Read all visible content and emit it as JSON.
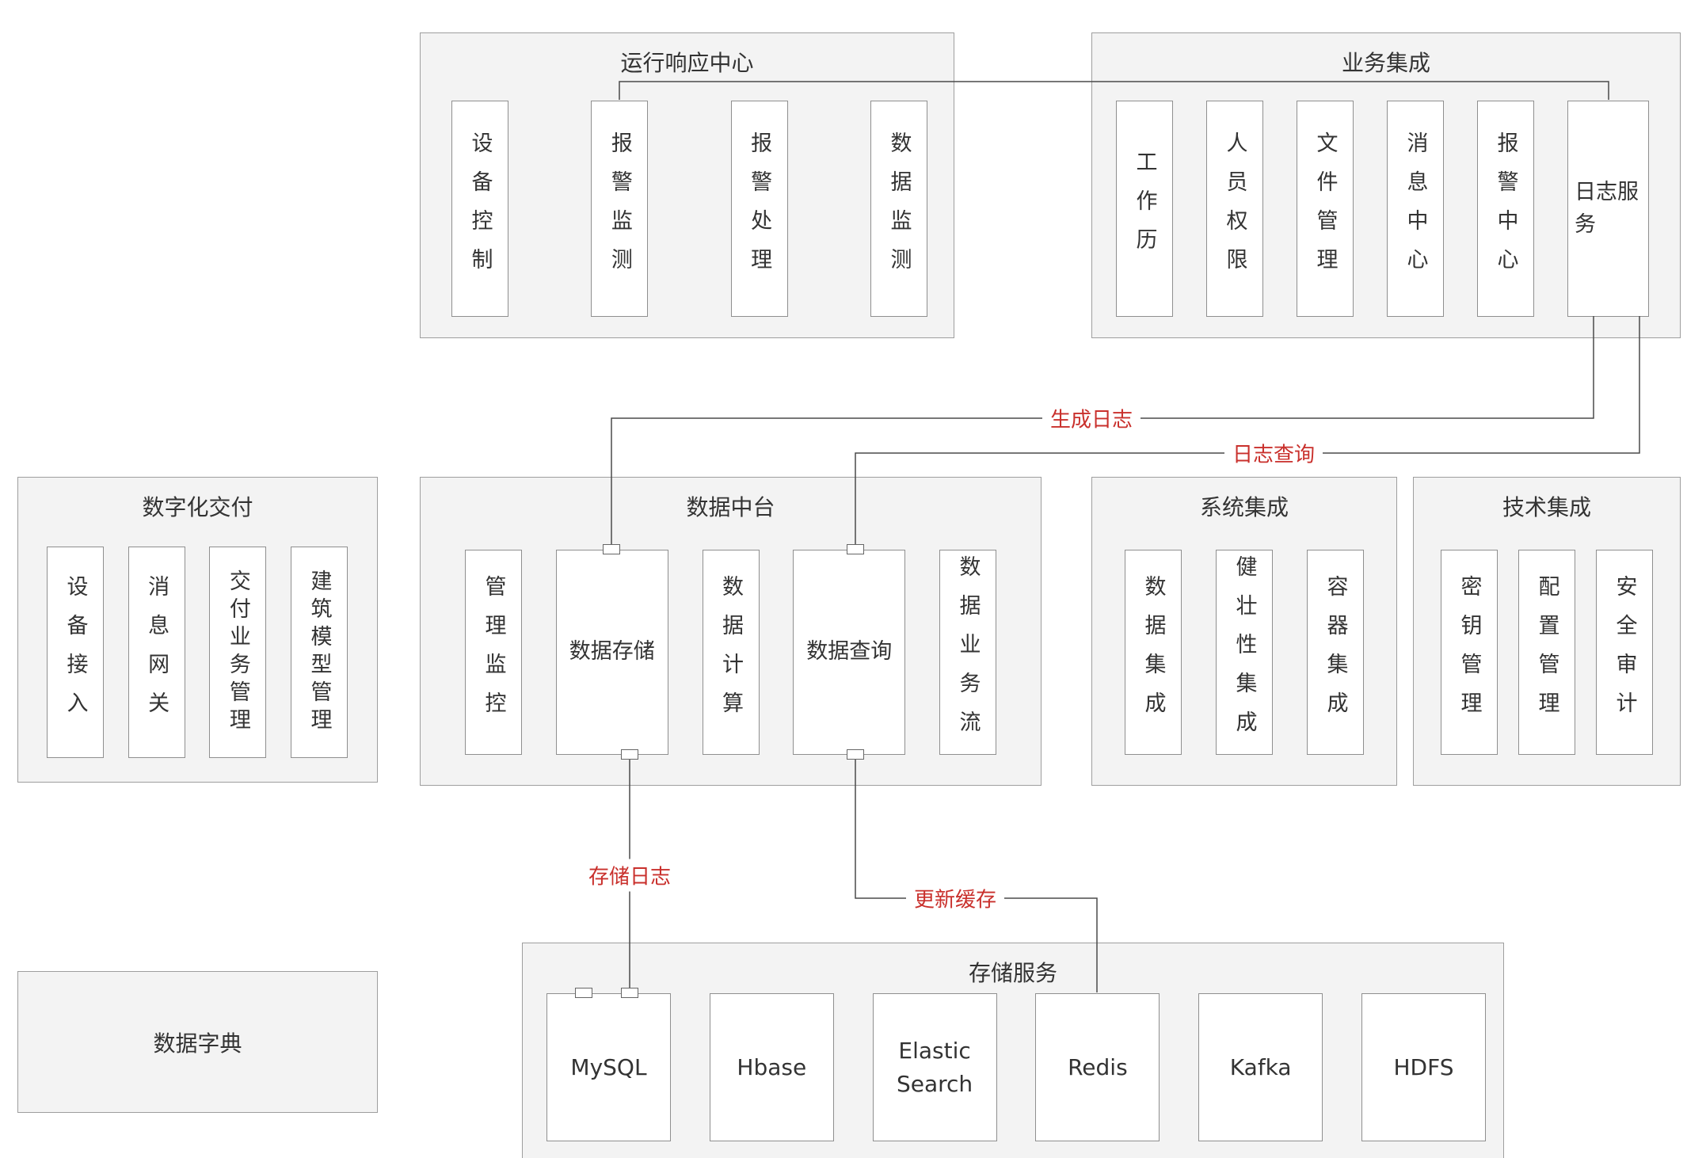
{
  "palette": {
    "background": "#ffffff",
    "group_bg": "#f3f3f3",
    "group_border": "#9e9e9e",
    "box_border": "#8f8f8f",
    "line": "#4a4a4a",
    "red": "#c9302c",
    "text": "#333333"
  },
  "groups": {
    "ops_center": {
      "title": "运行响应中心",
      "items": [
        "设备控制",
        "报警监测",
        "报警处理",
        "数据监测"
      ]
    },
    "business_integration": {
      "title": "业务集成",
      "items": [
        "工作历",
        "人员权限",
        "文件管理",
        "消息中心",
        "报警中心",
        "日志服务"
      ]
    },
    "digital_delivery": {
      "title": "数字化交付",
      "items": [
        "设备接入",
        "消息网关",
        "交付业务管理",
        "建筑模型管理"
      ]
    },
    "data_platform": {
      "title": "数据中台",
      "items": [
        "管理监控",
        "数据存储",
        "数据计算",
        "数据查询",
        "数据业务流"
      ]
    },
    "system_integration": {
      "title": "系统集成",
      "items": [
        "数据集成",
        "健壮性集成",
        "容器集成"
      ]
    },
    "tech_integration": {
      "title": "技术集成",
      "items": [
        "密钥管理",
        "配置管理",
        "安全审计"
      ]
    },
    "data_dictionary": {
      "title": "数据字典"
    },
    "storage_service": {
      "title": "存储服务",
      "items": [
        "MySQL",
        "Hbase",
        "Elastic Search",
        "Redis",
        "Kafka",
        "HDFS"
      ]
    }
  },
  "edges": {
    "generate_log": "生成日志",
    "log_query": "日志查询",
    "store_log": "存储日志",
    "update_cache": "更新缓存"
  }
}
